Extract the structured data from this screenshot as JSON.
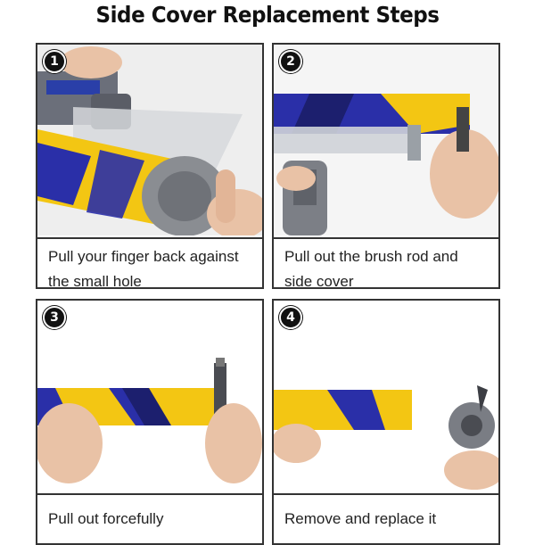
{
  "title": "Side Cover Replacement Steps",
  "steps": [
    {
      "number": "1",
      "caption": "Pull your finger back against the small hole"
    },
    {
      "number": "2",
      "caption": "Pull out the brush rod and side cover"
    },
    {
      "number": "3",
      "caption": "Pull out forcefully"
    },
    {
      "number": "4",
      "caption": "Remove and replace it"
    }
  ],
  "colors": {
    "brush_blue": "#2a2fa8",
    "brush_yellow": "#f3c613",
    "cover_gray": "#8a8d92",
    "skin": "#e9c2a6"
  }
}
